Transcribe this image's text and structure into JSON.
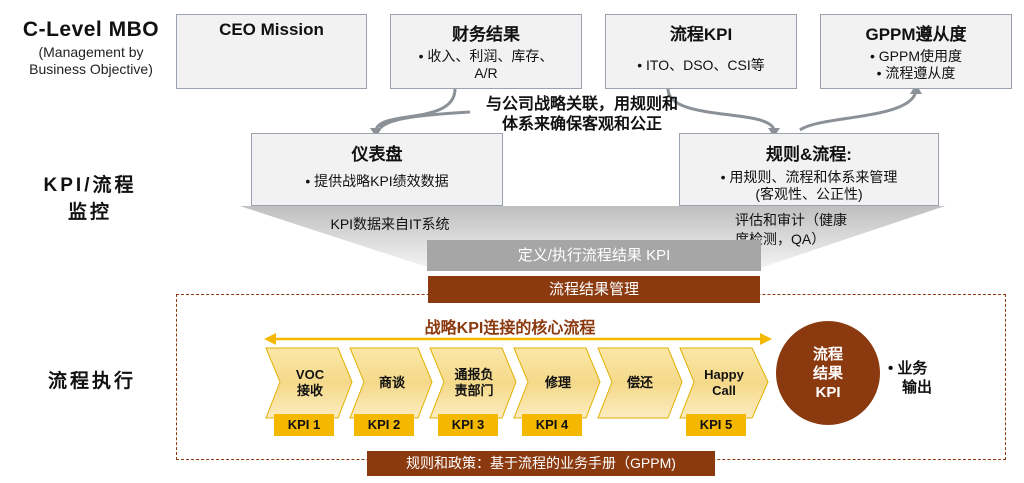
{
  "left_labels": {
    "mbo_title": "C-Level MBO",
    "mbo_sub_1": "(Management by",
    "mbo_sub_2": "Business Objective)",
    "kpi_1": "KPI/流程",
    "kpi_2": "监控",
    "execution": "流程执行"
  },
  "top_boxes": [
    {
      "title": "CEO Mission",
      "body": []
    },
    {
      "title": "财务结果",
      "body": [
        "• 收入、利润、库存、",
        "A/R"
      ]
    },
    {
      "title": "流程KPI",
      "body": [
        "• ITO、DSO、CSI等"
      ]
    },
    {
      "title": "GPPM遵从度",
      "body": [
        "• GPPM使用度",
        "• 流程遵从度"
      ]
    }
  ],
  "center_text": [
    "与公司战略关联，用规则和",
    "体系来确保客观和公正"
  ],
  "dashboard": {
    "title": "仪表盘",
    "body": "• 提供战略KPI绩效数据"
  },
  "rules": {
    "title": "规则&流程:",
    "body_1": "• 用规则、流程和体系来管理",
    "body_2": "(客观性、公正性)"
  },
  "funnel": {
    "left_text": "KPI数据来自IT系统",
    "right_text_1": "评估和审计（健康",
    "right_text_2": "度检测，QA）"
  },
  "bars": {
    "define": "定义/执行流程结果 KPI",
    "manage": "流程结果管理"
  },
  "core": {
    "title": "战略KPI连接的核心流程",
    "steps": [
      {
        "label_1": "VOC",
        "label_2": "接收"
      },
      {
        "label_1": "商谈",
        "label_2": ""
      },
      {
        "label_1": "通报负",
        "label_2": "责部门"
      },
      {
        "label_1": "修理",
        "label_2": ""
      },
      {
        "label_1": "偿还",
        "label_2": ""
      },
      {
        "label_1": "Happy",
        "label_2": "Call"
      }
    ],
    "kpis": [
      "KPI 1",
      "KPI 2",
      "KPI 3",
      "KPI 4",
      "KPI 5"
    ]
  },
  "result_circle": {
    "line_1": "流程",
    "line_2": "结果",
    "line_3": "KPI"
  },
  "business_output": {
    "line_1": "• 业务",
    "line_2": "输出"
  },
  "rule_bar": "规则和政策：基于流程的业务手册（GPPM)",
  "colors": {
    "brown": "#8b3a10",
    "gold": "#f5b800",
    "box_gray": "#f2f2f2",
    "bar_gray": "#a6a6a6",
    "arrow_fill": "#f5d98a"
  }
}
